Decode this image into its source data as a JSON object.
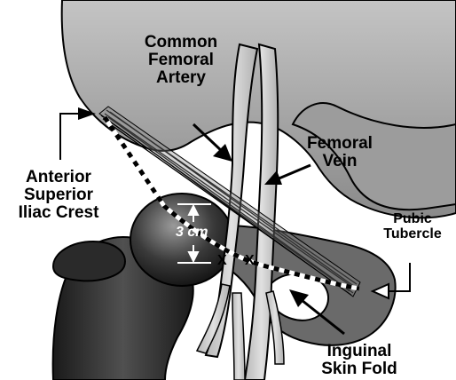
{
  "labels": {
    "artery": "Common\nFemoral\nArtery",
    "vein": "Femoral\nVein",
    "asis": "Anterior\nSuperior\nIliac Crest",
    "pubic": "Pubic\nTubercle",
    "fold": "Inguinal\nSkin Fold",
    "measure": "3 cm",
    "mark_artery": "X",
    "mark_vein": "X"
  },
  "colors": {
    "pelvis": "#a9a9a9",
    "pelvis_dark": "#6e6e6e",
    "bone_dark": "#2c2c2c",
    "vessel": "#c8c8c8",
    "ligament": "#5a5a5a"
  }
}
